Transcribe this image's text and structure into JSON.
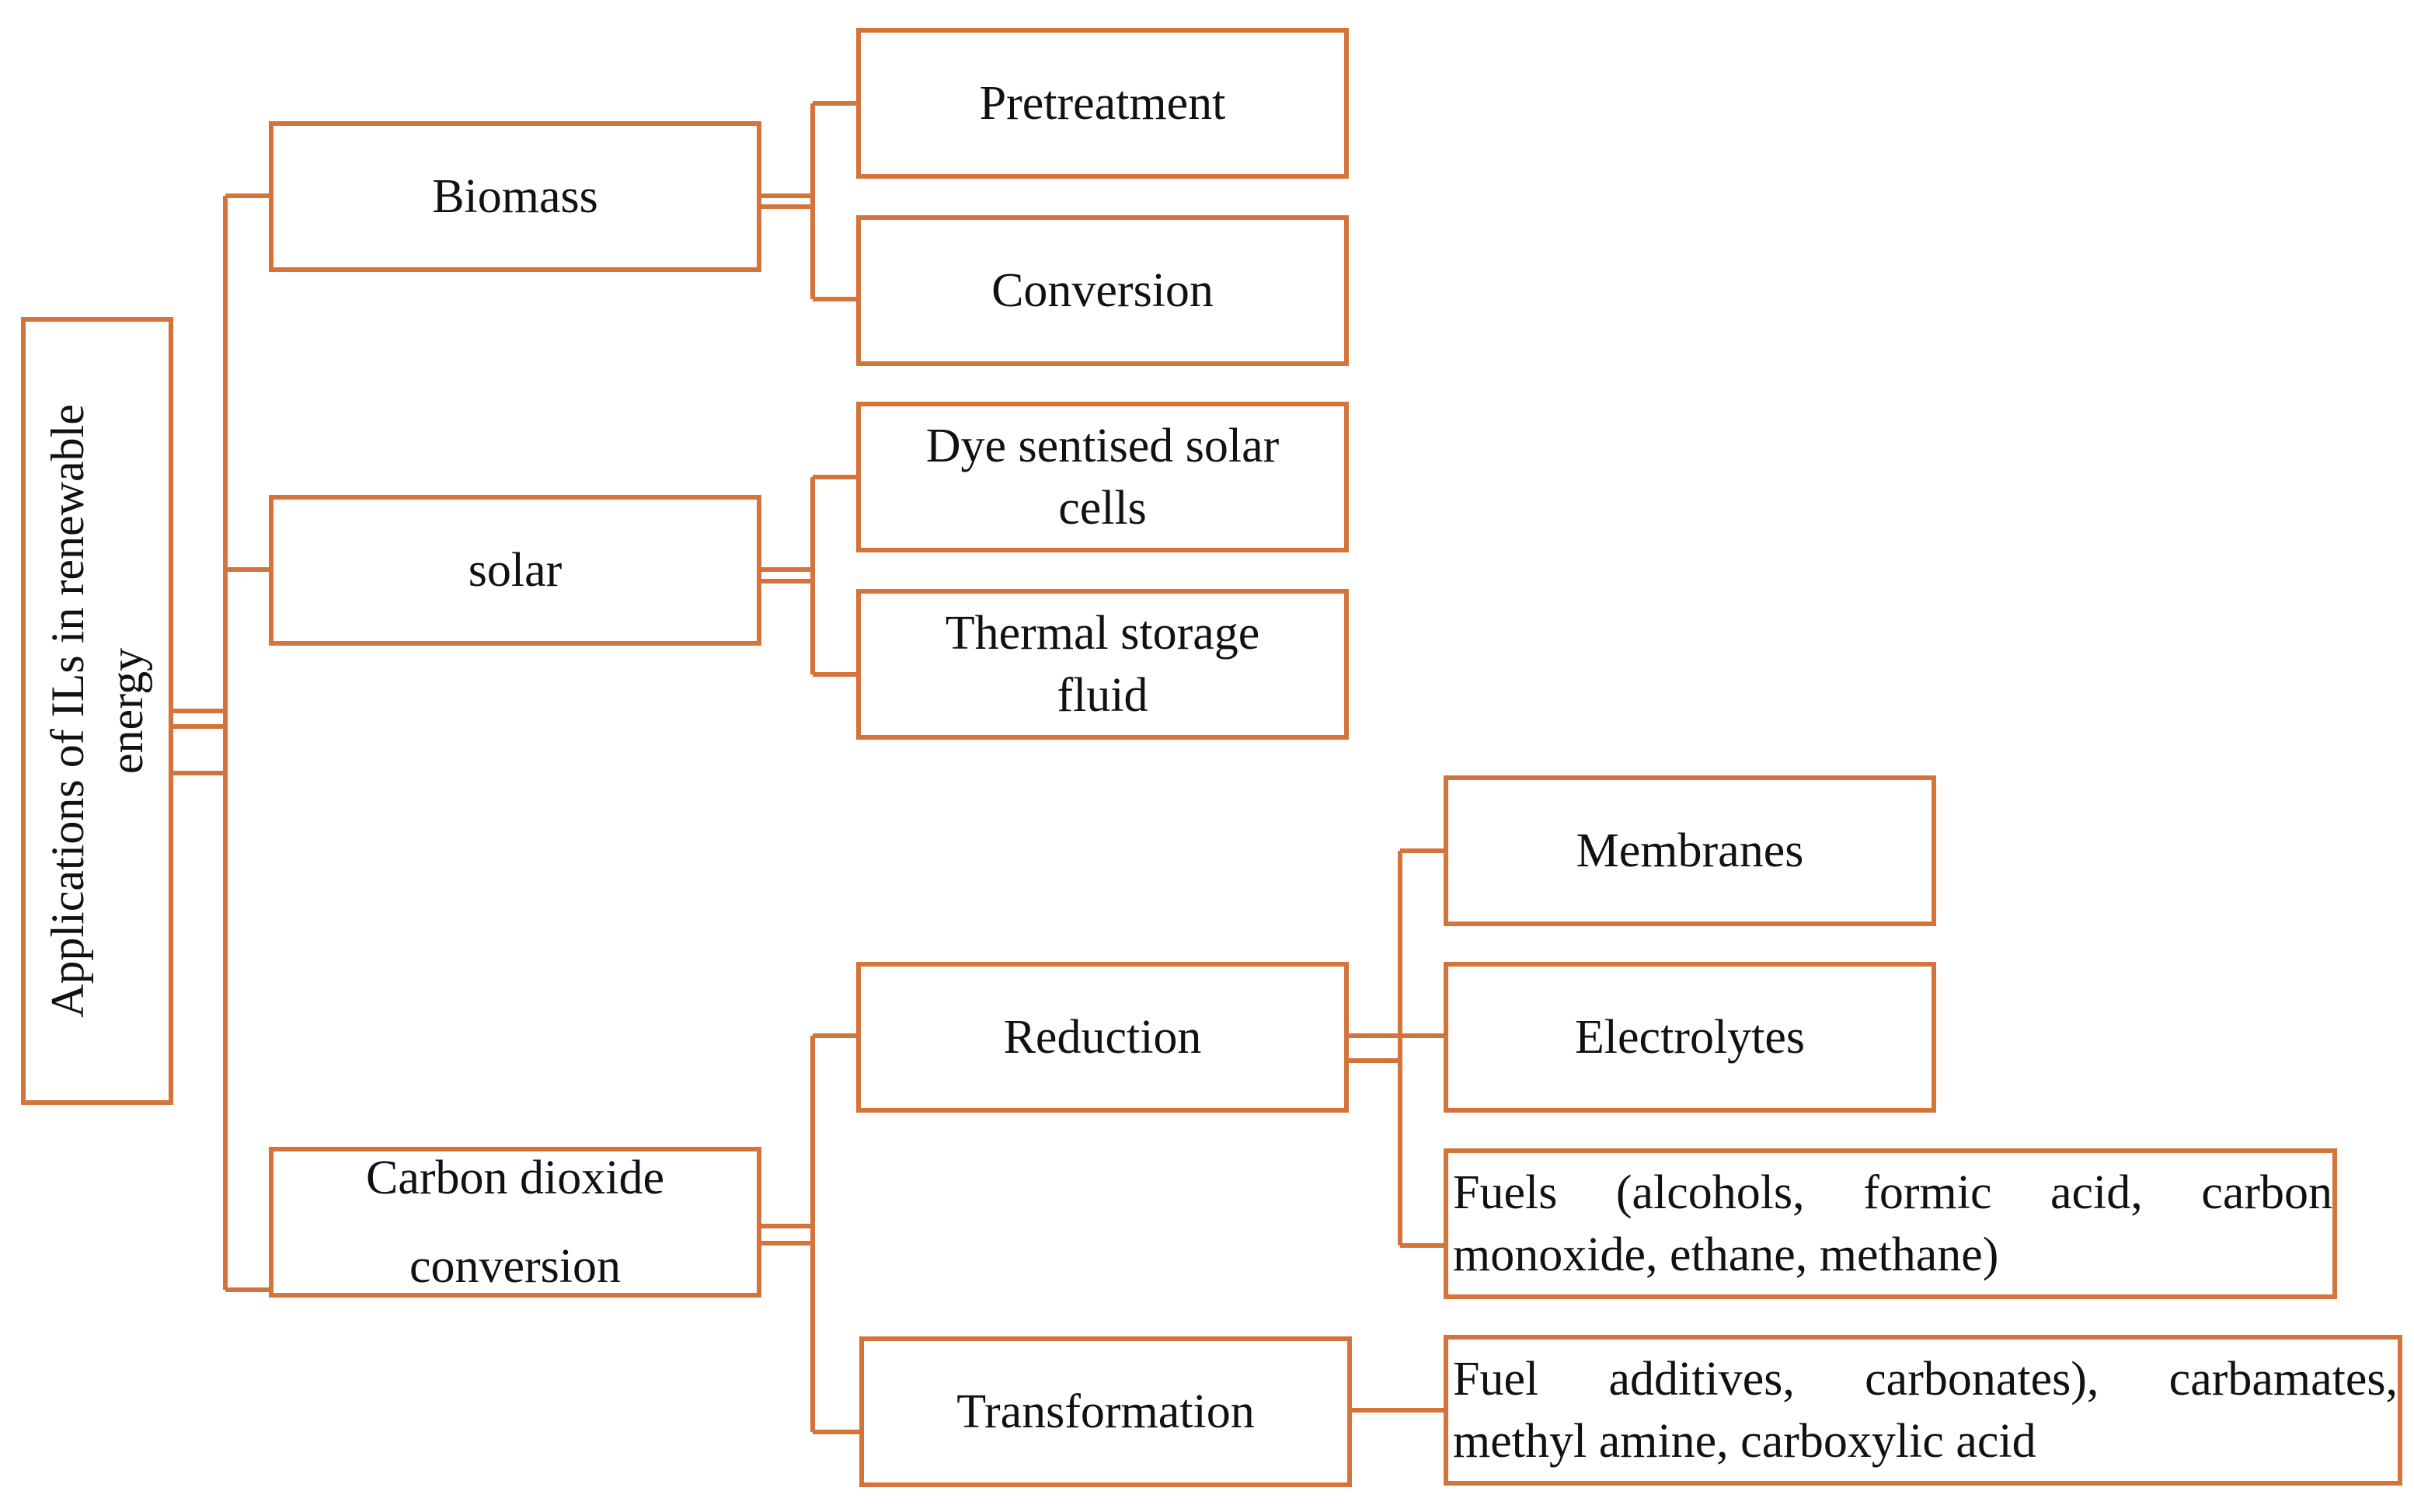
{
  "colors": {
    "accent": "#D5743A",
    "text": "#111111",
    "background": "#ffffff"
  },
  "root": {
    "line1": "Applications of ILs in renewable",
    "line2": "energy"
  },
  "categories": {
    "biomass": "Biomass",
    "solar": "solar",
    "co2": {
      "line1": "Carbon dioxide",
      "line2": "conversion"
    }
  },
  "biomass_children": {
    "pretreatment": "Pretreatment",
    "conversion": "Conversion"
  },
  "solar_children": {
    "dye": {
      "line1": "Dye sentised solar",
      "line2": "cells"
    },
    "thermal": {
      "line1": "Thermal storage",
      "line2": "fluid"
    }
  },
  "co2_children": {
    "reduction": "Reduction",
    "transformation": "Transformation"
  },
  "reduction_children": {
    "membranes": "Membranes",
    "electrolytes": "Electrolytes",
    "fuels": {
      "line1": "Fuels (alcohols, formic acid, carbon",
      "line2": "monoxide, ethane, methane)"
    }
  },
  "transformation_children": {
    "additives": {
      "line1": "Fuel additives, carbonates), carbamates,",
      "line2": "methyl amine, carboxylic acid"
    }
  }
}
